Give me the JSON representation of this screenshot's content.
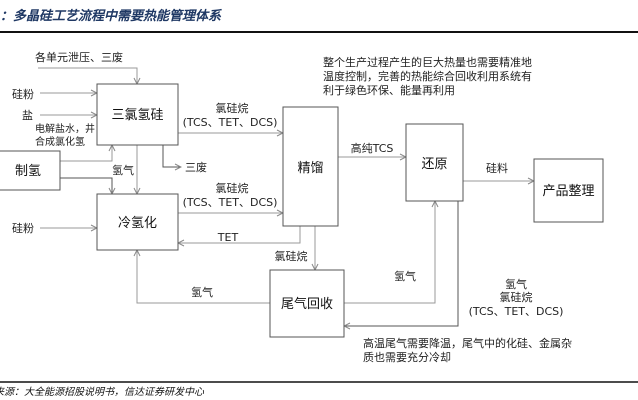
{
  "title": "：多晶硅工艺流程中需要热能管理体系",
  "source": "来源：大全能源招股说明书，信达证券研发中心",
  "nodes": {
    "tcs": "三氯氢硅",
    "h2": "制氢",
    "cold": "冷氢化",
    "distill": "精馏",
    "reduce": "还原",
    "product": "产品整理",
    "tailgas": "尾气回收"
  },
  "labels": {
    "vent": "各单元泄压、三废",
    "si_powder_1": "硅粉",
    "salt": "盐",
    "salt_note_1": "电解盐水，井",
    "salt_note_2": "合成氯化氢",
    "chlorosilane_1": "氯硅烷",
    "mix_1": "(TCS、TET、DCS)",
    "waste": "三废",
    "hydrogen_1": "氢气",
    "chlorosilane_2": "氯硅烷",
    "mix_2": "(TCS、TET、DCS)",
    "si_powder_2": "硅粉",
    "tet": "TET",
    "chlorosilane_3": "氯硅烷",
    "hydrogen_2": "氢气",
    "hydrogen_3": "氢气",
    "high_tcs": "高纯TCS",
    "si_material": "硅料",
    "hydrogen_4": "氢气",
    "chlorosilane_4": "氯硅烷",
    "mix_3": "(TCS、TET、DCS)"
  },
  "notes": {
    "heat": [
      "整个生产过程产生的巨大热量也需要精准地",
      "温度控制，完善的热能综合回收利用系统有",
      "利于绿色环保、能量再利用"
    ],
    "tail": [
      "高温尾气需要降温，尾气中的化硅、金属杂",
      "质也需要充分冷却"
    ]
  }
}
